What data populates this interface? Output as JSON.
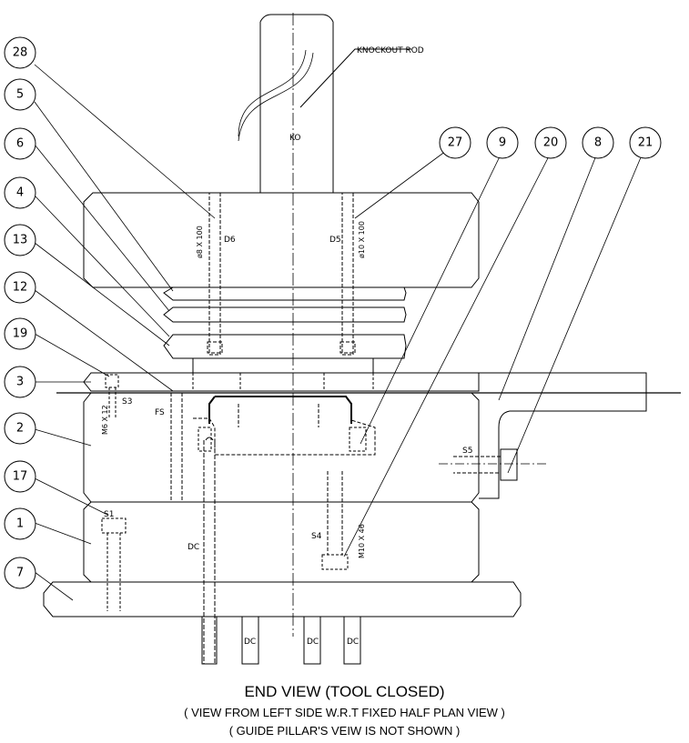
{
  "drawing": {
    "knockout_label": "KNOCKOUT ROD",
    "part_labels": {
      "ko": "KO",
      "d6": "D6",
      "d5": "D5",
      "pin_d8": "ø8 X 100",
      "pin_d10": "ø10 X 100",
      "m6": "M6 X 12",
      "s3": "S3",
      "fs": "FS",
      "s5": "S5",
      "s1": "S1",
      "dc_main": "DC",
      "s4": "S4",
      "m10": "M10 X 46",
      "dc_1": "DC",
      "dc_2": "DC",
      "dc_3": "DC"
    },
    "callouts": {
      "c28": "28",
      "c5": "5",
      "c6": "6",
      "c4": "4",
      "c13": "13",
      "c12": "12",
      "c19": "19",
      "c3": "3",
      "c2": "2",
      "c17": "17",
      "c1": "1",
      "c7": "7",
      "c27": "27",
      "c9": "9",
      "c20": "20",
      "c8": "8",
      "c21": "21"
    }
  },
  "caption": {
    "title": "END VIEW (TOOL CLOSED)",
    "line1": "( VIEW FROM LEFT SIDE W.R.T FIXED HALF PLAN VIEW )",
    "line2": "( GUIDE PILLAR'S VEIW IS NOT SHOWN )"
  }
}
